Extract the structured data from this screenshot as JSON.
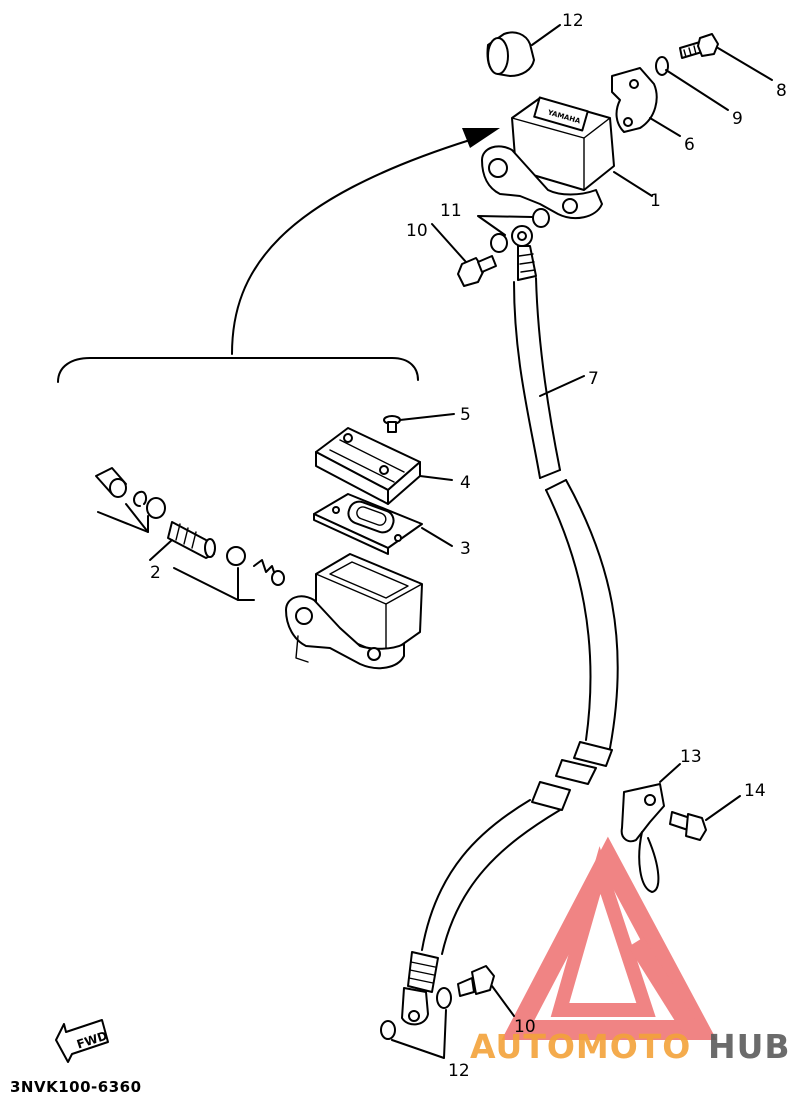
{
  "diagram": {
    "drawing_code": "3NVK100-6360",
    "fwd_label": "FWD",
    "reservoir_stamp": "YAMAHA",
    "callouts": [
      {
        "id": "1",
        "label": "1"
      },
      {
        "id": "2",
        "label": "2"
      },
      {
        "id": "3",
        "label": "3"
      },
      {
        "id": "4",
        "label": "4"
      },
      {
        "id": "5",
        "label": "5"
      },
      {
        "id": "6",
        "label": "6"
      },
      {
        "id": "7",
        "label": "7"
      },
      {
        "id": "8",
        "label": "8"
      },
      {
        "id": "9",
        "label": "9"
      },
      {
        "id": "10a",
        "label": "10"
      },
      {
        "id": "10b",
        "label": "10"
      },
      {
        "id": "11a",
        "label": "11"
      },
      {
        "id": "11b",
        "label": "11"
      },
      {
        "id": "12",
        "label": "12"
      },
      {
        "id": "13",
        "label": "13"
      },
      {
        "id": "14",
        "label": "14"
      }
    ]
  },
  "watermark": {
    "brand_part1": "AUTOMOTO",
    "brand_part2": "HUB",
    "colors": {
      "primary": "#ee6f6f",
      "secondary": "#f3a33a",
      "dark": "#5b5b5b"
    }
  }
}
